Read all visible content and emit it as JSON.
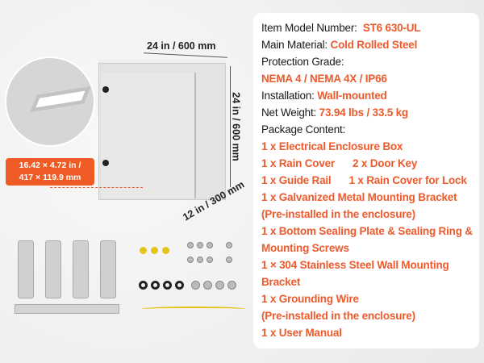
{
  "product": {
    "dimensions": {
      "width": "24 in / 600 mm",
      "height": "24 in / 600 mm",
      "depth": "12 in / 300 mm"
    },
    "cutout_badge": {
      "line1": "16.42 × 4.72 in /",
      "line2": "417 × 119.9 mm"
    }
  },
  "specs": {
    "model_label": "Item Model Number:",
    "model_value": "ST6 630-UL",
    "material_label": "Main Material:",
    "material_value": "Cold Rolled Steel",
    "protection_label": "Protection Grade:",
    "protection_value": "NEMA 4 / NEMA 4X / IP66",
    "installation_label": "Installation:",
    "installation_value": "Wall-mounted",
    "weight_label": "Net Weight:",
    "weight_value": "73.94 lbs / 33.5 kg",
    "package_label": "Package Content:",
    "package_items": [
      "1 x Electrical Enclosure Box",
      "1 x Rain Cover",
      "2 x Door Key",
      "1 x Guide Rail",
      "1 x Rain Cover for Lock",
      "1 x Galvanized Metal Mounting Bracket",
      "(Pre-installed in the enclosure)",
      "1 x Bottom Sealing Plate & Sealing Ring &",
      "Mounting Screws",
      "1 × 304 Stainless Steel Wall Mounting",
      "Bracket",
      "1 x Grounding Wire",
      "(Pre-installed in the enclosure)",
      "1 x User Manual"
    ]
  },
  "colors": {
    "accent": "#ee5a2c"
  }
}
